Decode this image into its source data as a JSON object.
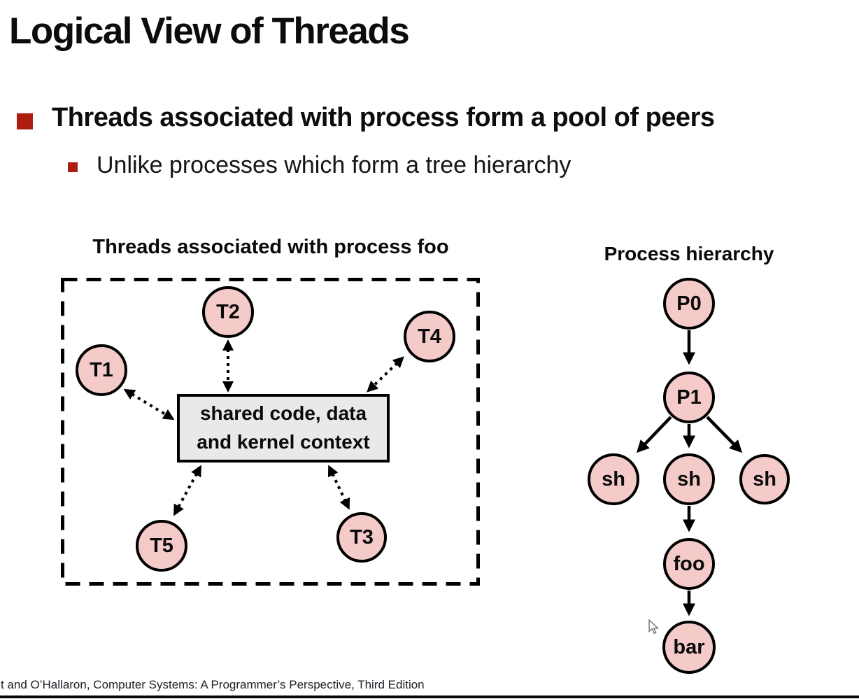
{
  "slide": {
    "title": "Logical View of Threads",
    "bullet": "Threads associated with process form a pool of peers",
    "sub_bullet": "Unlike processes which form a tree hierarchy",
    "footer": "t and O’Hallaron, Computer Systems: A Programmer’s Perspective, Third Edition"
  },
  "threads_diagram": {
    "title": "Threads associated with process foo",
    "box_line1": "shared code, data",
    "box_line2": "and kernel context",
    "nodes": {
      "t1": "T1",
      "t2": "T2",
      "t3": "T3",
      "t4": "T4",
      "t5": "T5"
    }
  },
  "process_diagram": {
    "title": "Process hierarchy",
    "nodes": {
      "p0": "P0",
      "p1": "P1",
      "sh_left": "sh",
      "sh_mid": "sh",
      "sh_right": "sh",
      "foo": "foo",
      "bar": "bar"
    }
  },
  "colors": {
    "bullet_red": "#ae1d12",
    "node_fill": "#f5cbca",
    "node_border": "#000000",
    "box_fill": "#e9e9e9",
    "line_black": "#000000"
  }
}
